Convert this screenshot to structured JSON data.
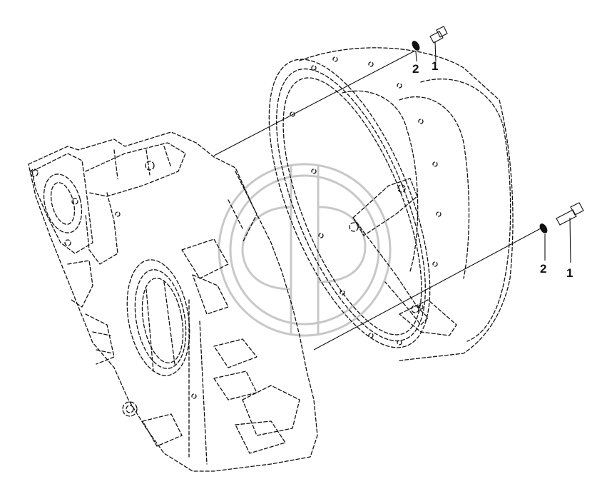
{
  "callouts": {
    "upper_washer": "2",
    "upper_bolt": "1",
    "lower_washer": "2",
    "lower_bolt": "1"
  },
  "watermark": {
    "icon": "brand-logo-watermark",
    "color": "#c8c8c8"
  }
}
